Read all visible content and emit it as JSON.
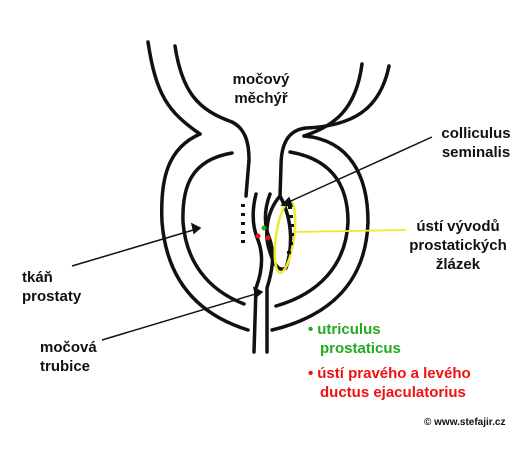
{
  "labels": {
    "bladder": [
      "močový",
      "měchýř"
    ],
    "colliculus": [
      "colliculus",
      "seminalis"
    ],
    "ducts": [
      "ústí vývodů",
      "prostatických",
      "žlázek"
    ],
    "tissue": [
      "tkáň",
      "prostaty"
    ],
    "urethra": [
      "močová",
      "trubice"
    ],
    "utriculus": [
      "utriculus",
      "prostaticus"
    ],
    "ejaculatory": [
      "ústí pravého a levého",
      "ductus ejaculatorius"
    ]
  },
  "legend": {
    "utriculus_color": "#22aa22",
    "ejaculatory_color": "#ee1111",
    "bullet": "•"
  },
  "credit": "© www.stefajir.cz",
  "colors": {
    "outline": "#111111",
    "highlight": "#f2e830"
  }
}
